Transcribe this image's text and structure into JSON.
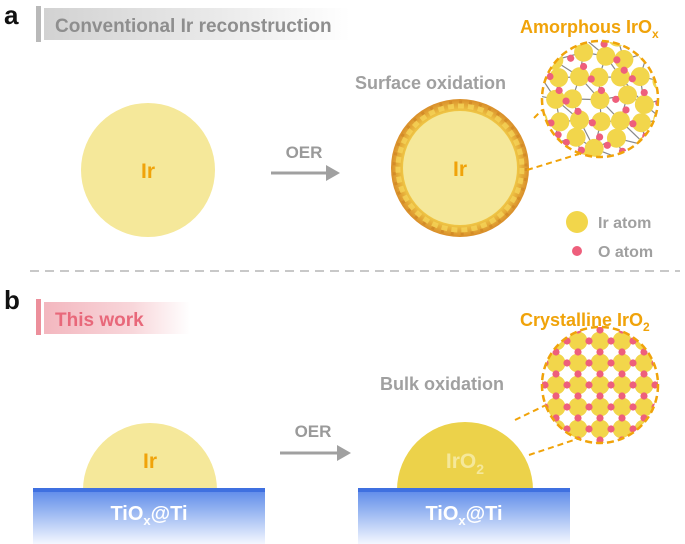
{
  "panel_a": {
    "letter": "a",
    "banner": "Conventional Ir reconstruction",
    "left_particle": "Ir",
    "arrow_label": "OER",
    "process_label": "Surface oxidation",
    "right_particle": "Ir",
    "zoom_title": "Amorphous IrO",
    "zoom_title_sub": "x",
    "legend": {
      "ir": "Ir atom",
      "o": "O atom"
    }
  },
  "panel_b": {
    "letter": "b",
    "banner": "This work",
    "left_particle": "Ir",
    "substrate_main": "TiO",
    "substrate_sub": "x",
    "substrate_tail": "@Ti",
    "arrow_label": "OER",
    "process_label": "Bulk oxidation",
    "right_particle_main": "IrO",
    "right_particle_sub": "2",
    "zoom_title": "Crystalline IrO",
    "zoom_title_sub": "2"
  },
  "colors": {
    "ir_light": "#f5e89a",
    "ir_atom": "#f2d64b",
    "o_atom": "#ee5f7c",
    "accent_orange": "#f0a30a",
    "shell_orange": "#e09a2e",
    "iro2_yellow": "#ecd24a",
    "gray_text": "#a0a0a0",
    "substrate_top": "#4f7fe6",
    "substrate_bottom": "#ffffff",
    "banner_gray": "#b4b4b4",
    "banner_red": "#ec8f9b"
  }
}
